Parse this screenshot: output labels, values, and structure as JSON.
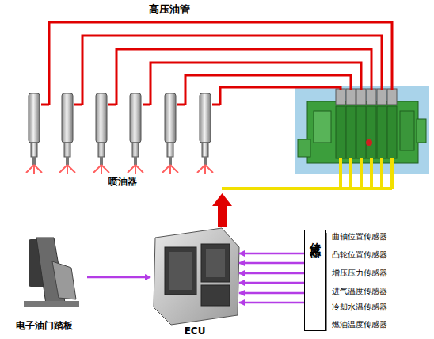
{
  "diagram": {
    "nodes": [
      {
        "text": [
          "喷油器"
        ]
      },
      {
        "text": [
          "电子油门踏板"
        ]
      },
      {
        "text": [
          "ECU"
        ]
      },
      {
        "text": [
          "传感器"
        ]
      }
    ],
    "edges": [
      {
        "from": 1,
        "to": 2,
        "arrow": "to"
      },
      {
        "from": 3,
        "to": 2,
        "arrow": "to"
      },
      {
        "from": 3,
        "to": 2,
        "arrow": "to"
      },
      {
        "from": 3,
        "to": 2,
        "arrow": "to"
      },
      {
        "from": 3,
        "to": 2,
        "arrow": "to"
      },
      {
        "from": 3,
        "to": 2,
        "arrow": "to"
      },
      {
        "from": 3,
        "to": 2,
        "arrow": "to"
      }
    ],
    "labels": [
      "高压油管",
      "曲轴位置传感器",
      "凸轮位置传感器",
      "增压压力传感器",
      "进气温度传感器",
      "冷却水温传感器",
      "燃油温度传感器"
    ]
  }
}
